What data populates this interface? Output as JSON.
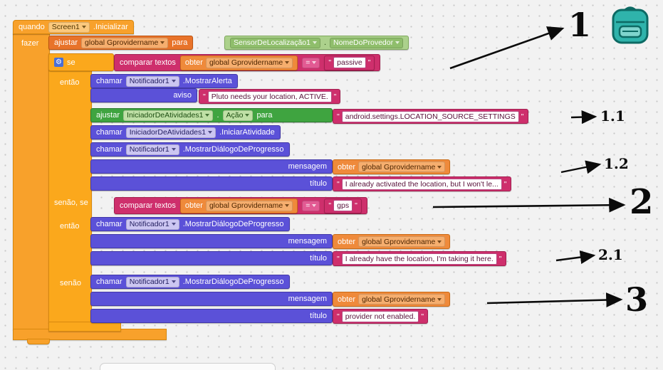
{
  "colors": {
    "event_block": "#F8A12B",
    "control_block": "#FBA81C",
    "variable_set": "#E8732A",
    "variable_get": "#EF8A3B",
    "text_block": "#CE2F6C",
    "call_block": "#5B51D8",
    "component_set": "#3FA440",
    "component_get": "#ACD18C",
    "backpack": "#2FB3AB"
  },
  "labels": {
    "quando": "quando",
    "fazer": "fazer",
    "ajustar": "ajustar",
    "para": "para",
    "se": "se",
    "entao": "então",
    "senao_se": "senão, se",
    "senao": "senão",
    "chamar": "chamar",
    "obter": "obter",
    "comparar_textos": "comparar textos",
    "eq": "=",
    "aviso": "aviso",
    "mensagem": "mensagem",
    "titulo": "título",
    "dot": ".",
    "quote": "\""
  },
  "components": {
    "screen": "Screen1",
    "init_event": ".Inicializar",
    "global_var": "global Gprovidername",
    "sensor": "SensorDeLocalização1",
    "sensor_prop": "NomeDoProvedor",
    "notifier": "Notificador1",
    "show_alert": ".MostrarAlerta",
    "show_progress": ".MostrarDiálogoDeProgresso",
    "activity_starter": "IniciadorDeAtividades1",
    "action_prop": "Ação",
    "start_activity": ".IniciarAtividade"
  },
  "strings": {
    "passive": "passive",
    "gps": "gps",
    "alert_msg": "Pluto needs your location, ACTIVE.",
    "action_value": "android.settings.LOCATION_SOURCE_SETTINGS",
    "title_1": "I already activated the location, but I won't le...",
    "title_2": "I already have the location, I'm taking it here.",
    "title_3": "provider not enabled."
  },
  "annotations": {
    "a1": "1",
    "a11": "1.1",
    "a12": "1.2",
    "a2": "2",
    "a21": "2.1",
    "a3": "3"
  }
}
